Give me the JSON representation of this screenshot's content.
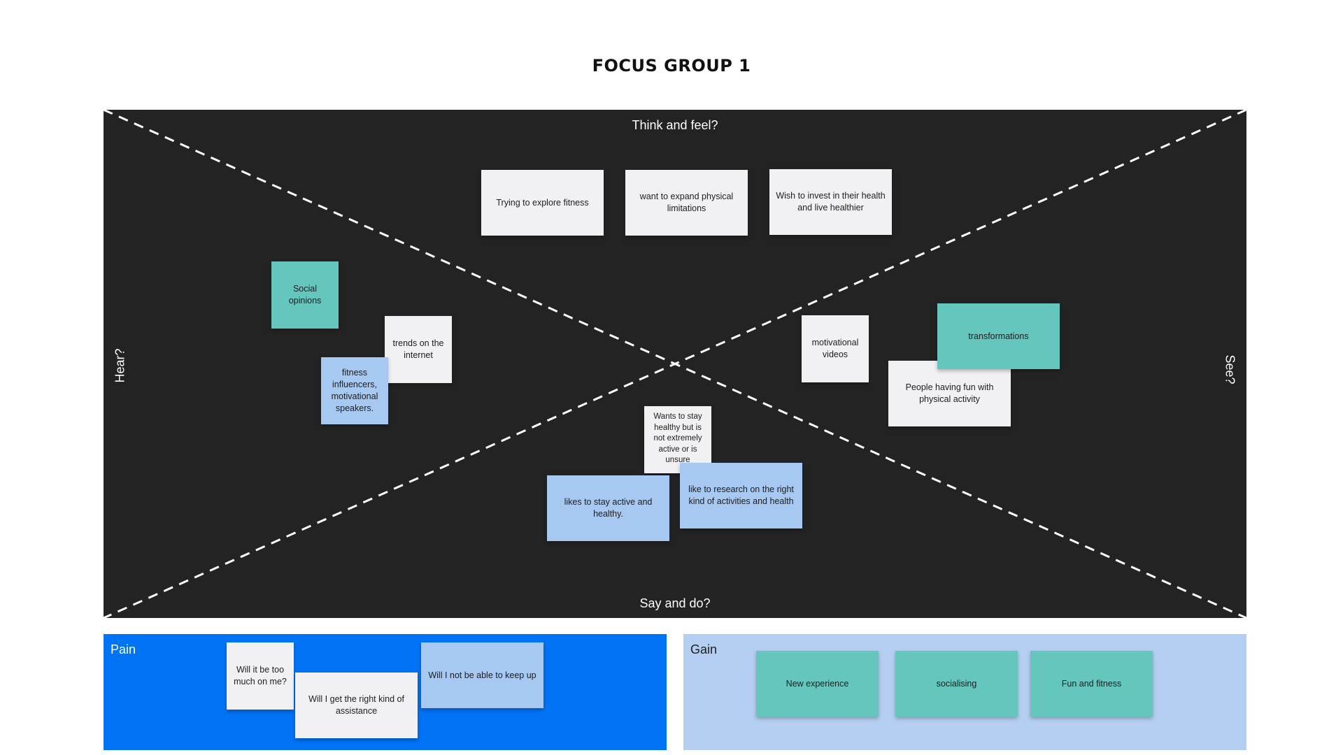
{
  "title": "FOCUS GROUP 1",
  "quadrants": {
    "top": "Think and feel?",
    "bottom": "Say and do?",
    "left": "Hear?",
    "right": "See?"
  },
  "notes": {
    "think": [
      "Trying to explore fitness",
      "want to expand physical limitations",
      "Wish to invest in their health and live healthier"
    ],
    "hear": [
      "Social opinions",
      "trends on the internet",
      "fitness influencers, motivational speakers."
    ],
    "see": [
      "motivational videos",
      "transformations",
      "People having fun with physical activity"
    ],
    "say": [
      "Wants to stay healthy but is not extremely active or is unsure",
      "likes to stay active and healthy.",
      "like to research on the right kind of activities and health"
    ]
  },
  "pain": {
    "label": "Pain",
    "notes": [
      "Will it be too much on me?",
      "Will I get the right kind of assistance",
      "Will I not be able to keep up"
    ]
  },
  "gain": {
    "label": "Gain",
    "notes": [
      "New experience",
      "socialising",
      "Fun and fitness"
    ]
  },
  "colors": {
    "board": "#232323",
    "sticky_white": "#f1f1f3",
    "sticky_blue": "#a7c8f0",
    "sticky_teal": "#65c6bd",
    "pain_bg": "#0173f5",
    "gain_bg": "#b4cff1"
  }
}
